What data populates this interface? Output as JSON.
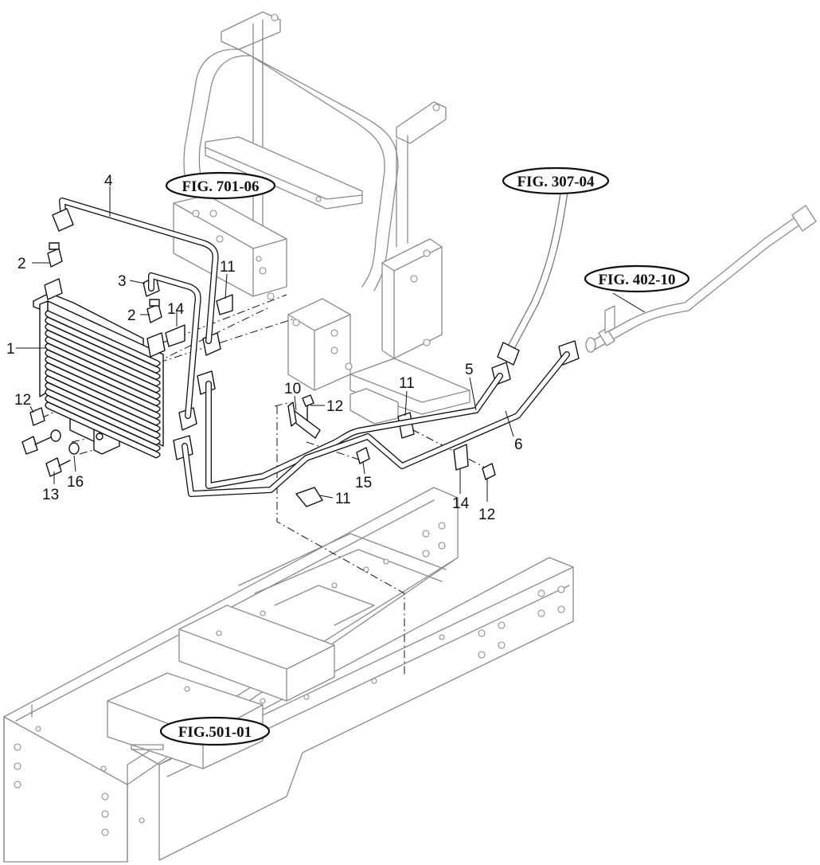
{
  "references": {
    "fig_701_06": "FIG. 701-06",
    "fig_307_04": "FIG. 307-04",
    "fig_402_10": "FIG. 402-10",
    "fig_501_01": "FIG.501-01"
  },
  "callouts": {
    "c1": "1",
    "c2a": "2",
    "c2b": "2",
    "c3": "3",
    "c4": "4",
    "c5": "5",
    "c6": "6",
    "c10": "10",
    "c11a": "11",
    "c11b": "11",
    "c11c": "11",
    "c12a": "12",
    "c12b": "12",
    "c12c": "12",
    "c13": "13",
    "c14a": "14",
    "c14b": "14",
    "c15": "15",
    "c16": "16"
  }
}
